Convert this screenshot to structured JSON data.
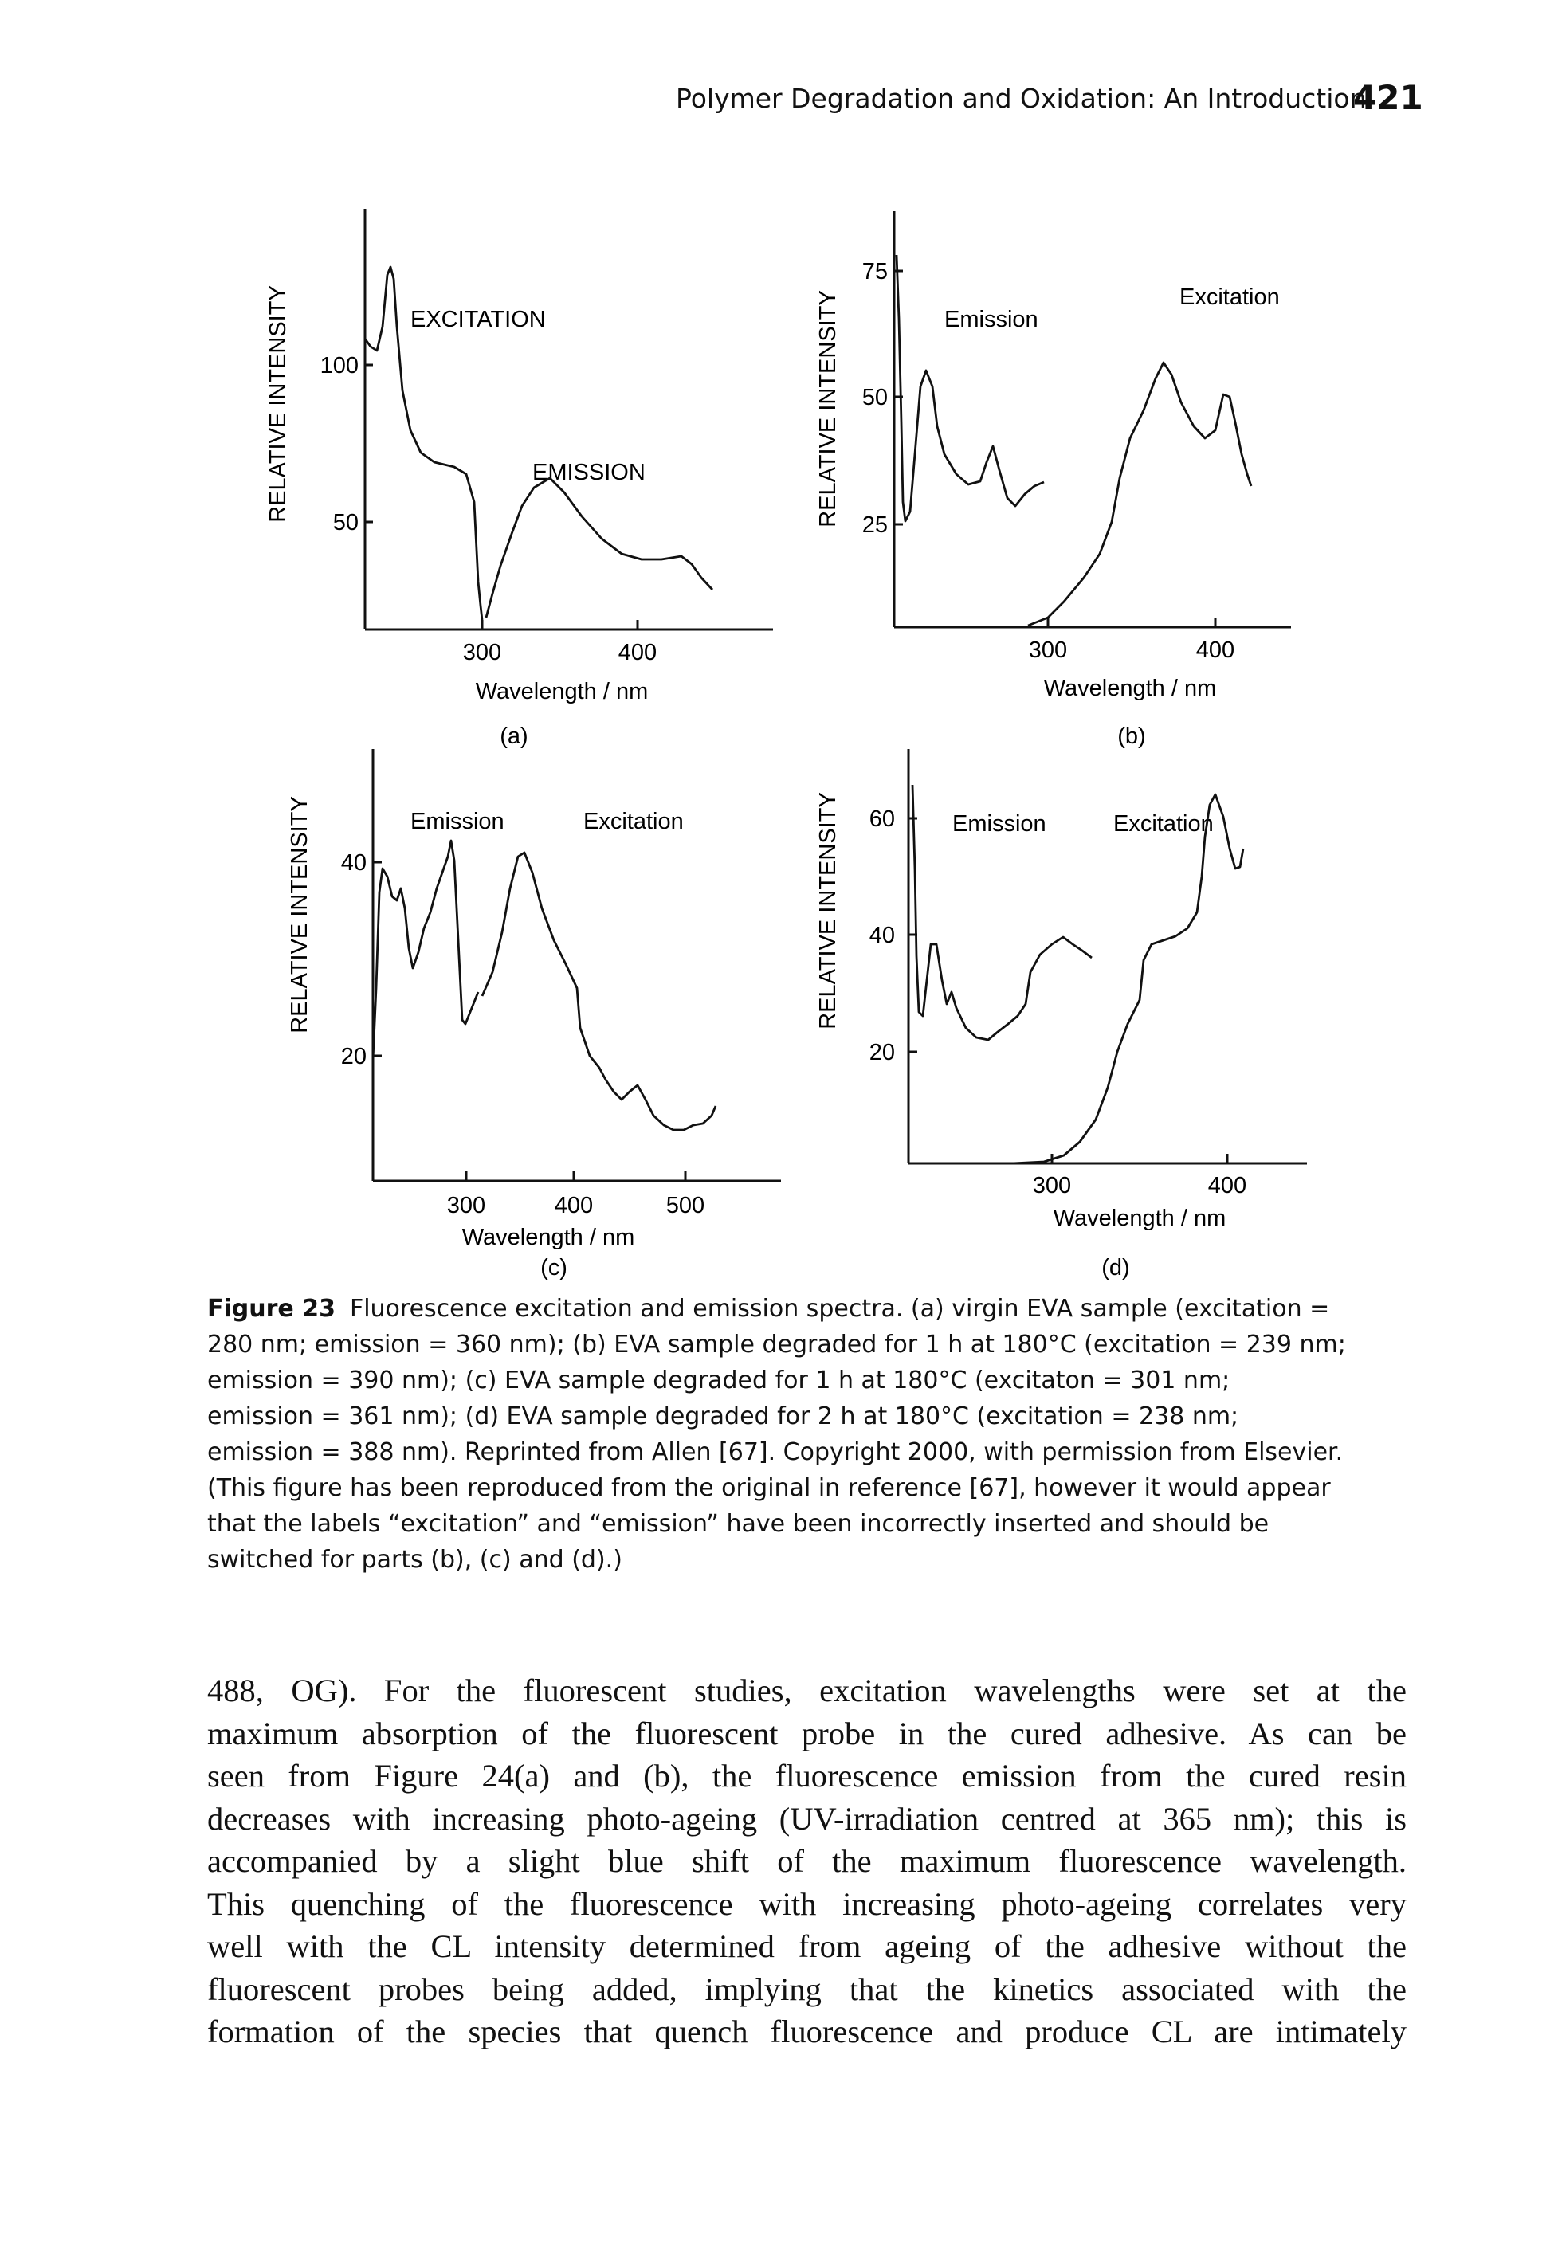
{
  "header": {
    "running_title": "Polymer Degradation and Oxidation: An Introduction",
    "page_number": "421"
  },
  "figure": {
    "panels": [
      {
        "id": "a",
        "sub_label": "(a)",
        "ylabel": "RELATIVE INTENSITY",
        "xlabel": "Wavelength / nm",
        "yticks": [
          "100",
          "50"
        ],
        "xticks": [
          "300",
          "400"
        ],
        "curve_labels": [
          "EXCITATION",
          "EMISSION"
        ]
      },
      {
        "id": "b",
        "sub_label": "(b)",
        "ylabel": "RELATIVE INTENSITY",
        "xlabel": "Wavelength / nm",
        "yticks": [
          "75",
          "50",
          "25"
        ],
        "xticks": [
          "300",
          "400"
        ],
        "curve_labels": [
          "Emission",
          "Excitation"
        ]
      },
      {
        "id": "c",
        "sub_label": "(c)",
        "ylabel": "RELATIVE INTENSITY",
        "xlabel": "Wavelength / nm",
        "yticks": [
          "40",
          "20"
        ],
        "xticks": [
          "300",
          "400",
          "500"
        ],
        "curve_labels": [
          "Emission",
          "Excitation"
        ]
      },
      {
        "id": "d",
        "sub_label": "(d)",
        "ylabel": "RELATIVE INTENSITY",
        "xlabel": "Wavelength / nm",
        "yticks": [
          "60",
          "40",
          "20"
        ],
        "xticks": [
          "300",
          "400"
        ],
        "curve_labels": [
          "Emission",
          "Excitation"
        ]
      }
    ],
    "caption": {
      "label": "Figure 23",
      "lines": [
        "Fluorescence excitation and emission spectra. (a) virgin EVA sample (excitation =",
        "280 nm; emission = 360 nm); (b) EVA sample degraded for 1 h at 180°C (excitation = 239 nm;",
        "emission = 390 nm); (c) EVA sample degraded for 1 h at 180°C (excitaton = 301 nm;",
        "emission = 361 nm); (d) EVA sample degraded for 2 h at 180°C (excitation = 238 nm;",
        "emission = 388 nm). Reprinted from Allen [67]. Copyright 2000, with permission from Elsevier.",
        "(This figure has been reproduced from the original in reference [67], however it would appear",
        "that the labels “excitation” and “emission” have been incorrectly inserted and should be",
        "switched for parts (b), (c) and (d).)"
      ]
    }
  },
  "body": {
    "lines": [
      "488, OG). For the fluorescent studies, excitation wavelengths were set at the",
      "maximum absorption of the fluorescent probe in the cured adhesive. As can be",
      "seen from Figure 24(a) and (b), the fluorescence emission from the cured resin",
      "decreases with increasing photo-ageing (UV-irradiation centred at 365 nm); this is",
      "accompanied by a slight blue shift of the maximum fluorescence wavelength.",
      "This quenching of the fluorescence with increasing photo-ageing correlates very",
      "well with the CL intensity determined from ageing of the adhesive without the",
      "fluorescent probes being added, implying that the kinetics associated with the",
      "formation of the species that quench fluorescence and produce CL are intimately"
    ]
  }
}
